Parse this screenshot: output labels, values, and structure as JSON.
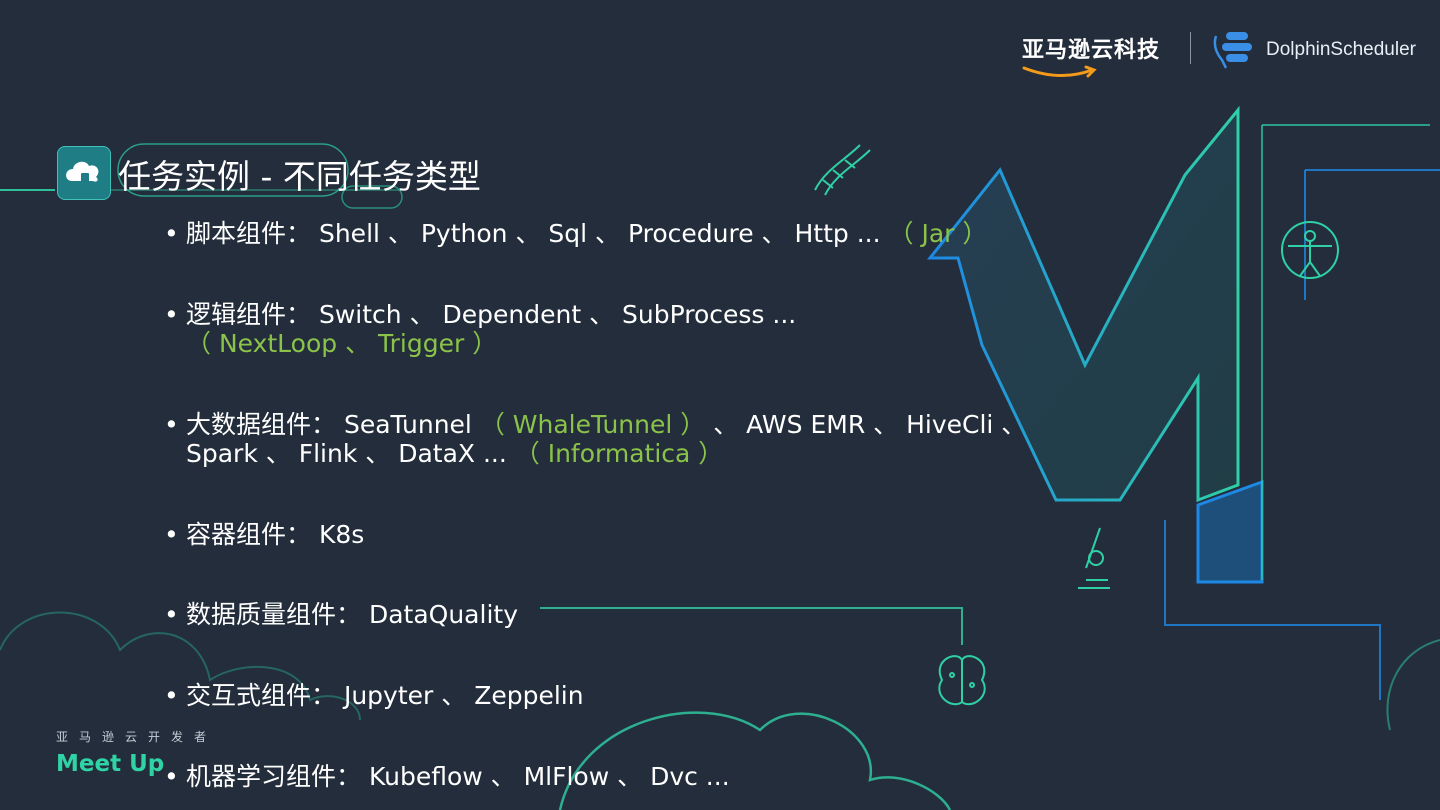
{
  "header": {
    "aws_logo_text": "亚马逊云科技",
    "ds_logo_text": "DolphinScheduler"
  },
  "title": "任务实例 - 不同任务类型",
  "bullets": [
    {
      "label": "脚本组件：",
      "text": "Shell 、 Python 、 Sql 、 Procedure 、 Http ...",
      "extra": "（ Jar ）",
      "line2": "",
      "line2_extra": ""
    },
    {
      "label": "逻辑组件：",
      "text": "Switch 、 Dependent 、 SubProcess ...",
      "extra": "",
      "line2": "",
      "line2_extra": "（ NextLoop 、 Trigger ）"
    },
    {
      "label": "大数据组件：",
      "text": "SeaTunnel",
      "extra": "（ WhaleTunnel ）",
      "text_after": "、 AWS EMR 、 HiveCli 、",
      "line2": "Spark 、 Flink 、 DataX ...",
      "line2_extra": "（ Informatica ）"
    },
    {
      "label": "容器组件：",
      "text": "K8s",
      "extra": "",
      "line2": "",
      "line2_extra": ""
    },
    {
      "label": "数据质量组件：",
      "text": "DataQuality",
      "extra": "",
      "line2": "",
      "line2_extra": ""
    },
    {
      "label": "交互式组件：",
      "text": "Jupyter 、 Zeppelin",
      "extra": "",
      "line2": "",
      "line2_extra": ""
    },
    {
      "label": "机器学习组件：",
      "text": "Kubeflow 、 MlFlow 、 Dvc ...",
      "extra": "",
      "line2": "",
      "line2_extra": ""
    }
  ],
  "footer": {
    "tagline": "亚马逊云开发者",
    "brand": "Meet Up"
  },
  "colors": {
    "background": "#232d3b",
    "accent_green": "#8bc34a",
    "accent_teal": "#2fd4a6",
    "outline_teal": "#2fd0a6",
    "outline_blue": "#1e88e5"
  }
}
